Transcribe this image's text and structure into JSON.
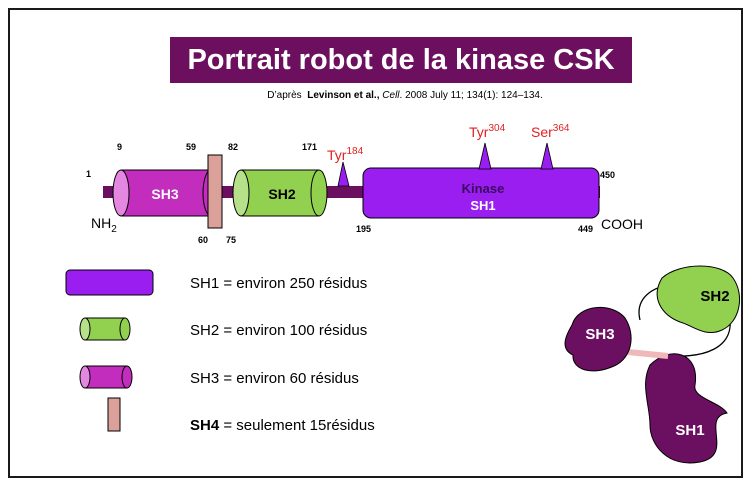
{
  "title": "Portrait robot de la kinase CSK",
  "citation": {
    "prefix": "D’après",
    "authors": "Levinson et al.,",
    "journal": "Cell",
    "rest": ". 2008 July 11; 134(1): 124–134."
  },
  "protein": {
    "domains": [
      {
        "name": "SH3",
        "start": 9,
        "end": 59,
        "color": "#c22dbe"
      },
      {
        "name": "SH2",
        "start": 82,
        "end": 171,
        "color": "#92d050"
      },
      {
        "name": "Kinase",
        "sub": "SH1",
        "start": 195,
        "end": 449,
        "color": "#9b1ef0"
      }
    ],
    "linker": {
      "start": 60,
      "end": 75,
      "color": "#dca09a"
    },
    "positions": [
      "1",
      "9",
      "59",
      "82",
      "171",
      "450",
      "60",
      "75",
      "195",
      "449"
    ],
    "n_term": "NH",
    "n_term_sub": "2",
    "c_term": "COOH",
    "sites": [
      {
        "res": "Tyr",
        "num": "184"
      },
      {
        "res": "Tyr",
        "num": "304"
      },
      {
        "res": "Ser",
        "num": "364"
      }
    ]
  },
  "legend": [
    {
      "bold": "",
      "text": "SH1 = environ 250 résidus",
      "color": "#9b1ef0"
    },
    {
      "bold": "",
      "text": "SH2 = environ 100 résidus",
      "color": "#92d050"
    },
    {
      "bold": "",
      "text": "SH3 = environ 60 résidus",
      "color": "#c22dbe"
    },
    {
      "bold": "SH4",
      "text": " = seulement 15résidus",
      "color": "#dca09a"
    }
  ],
  "structure": {
    "sh1": "SH1",
    "sh2": "SH2",
    "sh3": "SH3",
    "dark": "#6b1060",
    "green": "#92d050",
    "linker": "#f0b8b8"
  }
}
